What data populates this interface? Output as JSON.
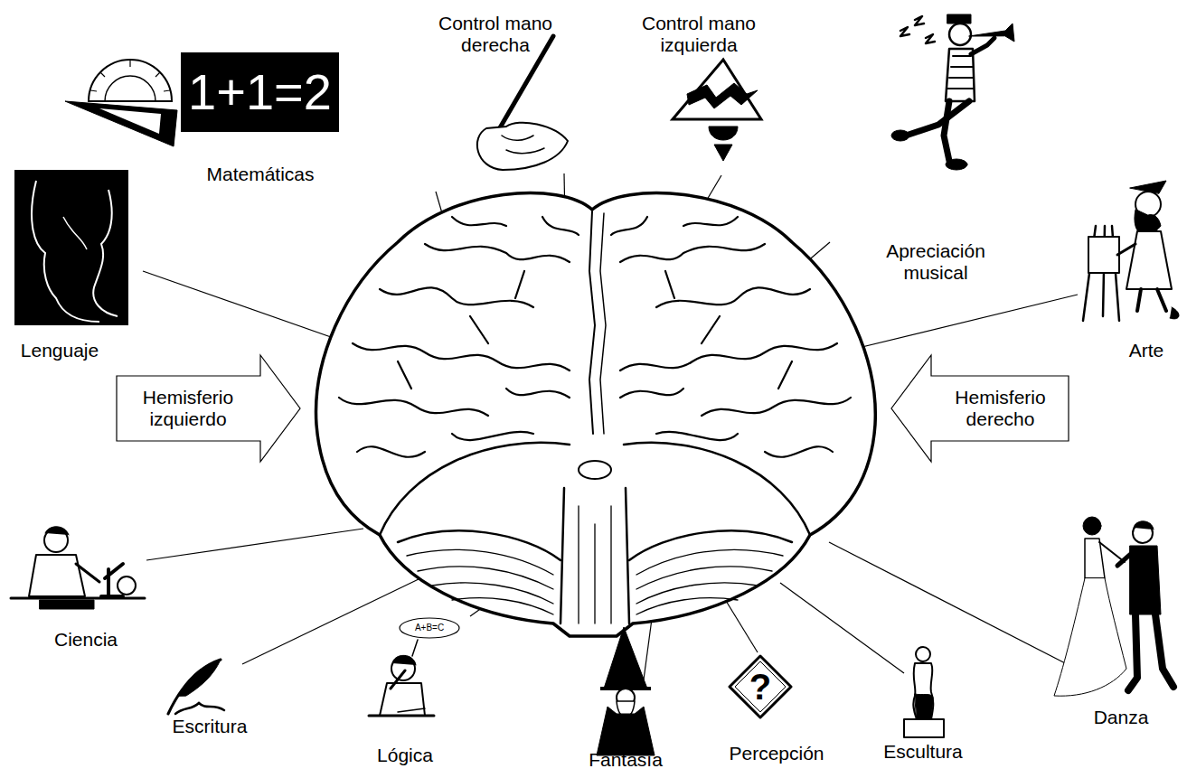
{
  "diagram": {
    "nodes": [
      {
        "text": [
          "1+1=2"
        ]
      },
      {
        "text": [
          "Hemisferio izquierdo"
        ]
      },
      {
        "text": [
          "Hemisferio derecho"
        ]
      },
      {
        "text": [
          "A+B=C"
        ]
      },
      {
        "text": [
          "?"
        ]
      }
    ],
    "labels": [
      "Control mano derecha",
      "Control mano izquierda",
      "Matemáticas",
      "Apreciación musical",
      "Lenguaje",
      "Arte",
      "Ciencia",
      "Escritura",
      "Lógica",
      "Fantasía",
      "Percepción",
      "Escultura",
      "Danza"
    ]
  }
}
